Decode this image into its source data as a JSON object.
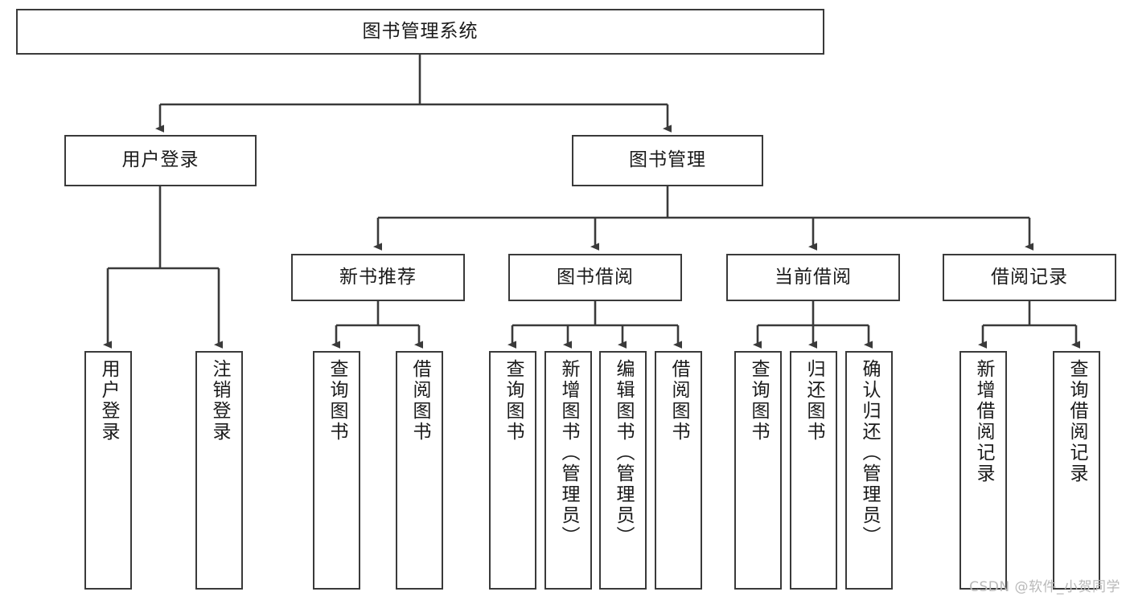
{
  "diagram": {
    "title": "图书管理系统",
    "type": "tree-hierarchy",
    "stroke_color": "#3a3a3a",
    "fill_color": "#ffffff",
    "text_color": "#1a1a1a"
  },
  "nodes": {
    "root": {
      "label": "图书管理系统"
    },
    "level2": [
      {
        "label": "用户登录"
      },
      {
        "label": "图书管理"
      }
    ],
    "level3": [
      {
        "label": "新书推荐"
      },
      {
        "label": "图书借阅"
      },
      {
        "label": "当前借阅"
      },
      {
        "label": "借阅记录"
      }
    ],
    "leaves": [
      {
        "label": "用户登录"
      },
      {
        "label": "注销登录"
      },
      {
        "label": "查询图书"
      },
      {
        "label": "借阅图书"
      },
      {
        "label": "查询图书"
      },
      {
        "label": "新增图书（管理员）"
      },
      {
        "label": "编辑图书（管理员）"
      },
      {
        "label": "借阅图书"
      },
      {
        "label": "查询图书"
      },
      {
        "label": "归还图书"
      },
      {
        "label": "确认归还（管理员）"
      },
      {
        "label": "新增借阅记录"
      },
      {
        "label": "查询借阅记录"
      }
    ]
  },
  "watermark": {
    "text": "CSDN @软件_小贺同学",
    "color": "#b9b9b9"
  }
}
